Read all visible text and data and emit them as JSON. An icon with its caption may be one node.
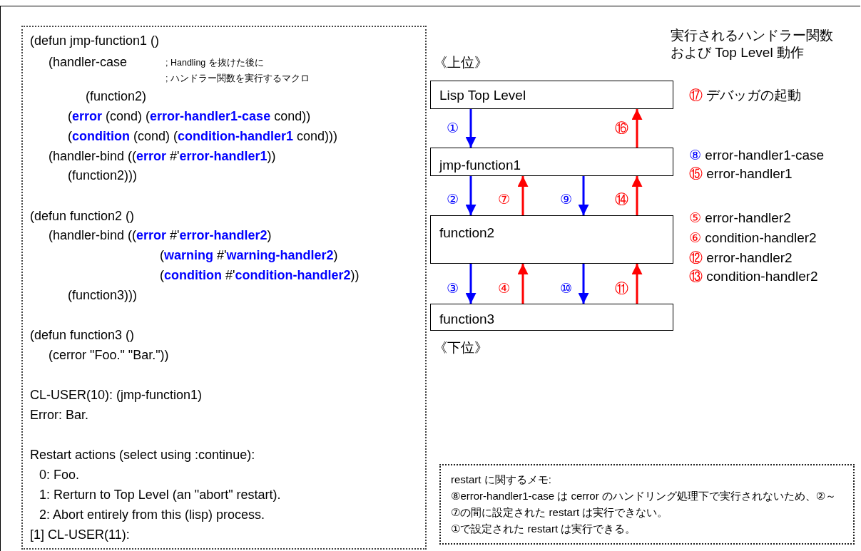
{
  "diagram": {
    "title": "実行されるハンドラー関数および Top Level 動作",
    "nodes": [
      {
        "text": [
          "(defun jmp-function1 ()",
          "(handler-case",
          "; Handling を抜けた後に",
          "; ハンドラー関数を実行するマクロ",
          "(function2)",
          "(**error** (cond) (**error-handler1-case** cond))",
          "(**condition** (cond) (**condition-handler1** cond)))",
          "(handler-bind ((**error** #'**error-handler1**))",
          "(function2)))",
          "(defun function2 ()",
          "(handler-bind ((**error** #'**error-handler2**)",
          "(**warning** #'**warning-handler2**)",
          "(**condition** #'**condition-handler2**))",
          "(function3)))",
          "(defun function3 ()",
          "(cerror \"Foo.\" \"Bar.\"))",
          "CL-USER(10): (jmp-function1)",
          "Error: Bar.",
          "Restart actions (select using :continue):",
          "0: Foo.",
          "1: Rerturn to Top Level (an \"abort\" restart).",
          "2: Abort entirely from this (lisp) process.",
          "[1] CL-USER(11):"
        ]
      },
      {
        "text": [
          "Lisp Top Level"
        ],
        "beside": [
          "⑰ デバッガの起動"
        ]
      },
      {
        "text": [
          "jmp-function1"
        ],
        "beside": [
          "⑧ error-handler1-case",
          "⑮ error-handler1"
        ]
      },
      {
        "text": [
          "function2"
        ],
        "beside": [
          "⑤ error-handler2",
          "⑥ condition-handler2",
          "⑫ error-handler2",
          "⑬ condition-handler2"
        ]
      },
      {
        "text": [
          "function3"
        ]
      },
      {
        "text": [
          "restart に関するメモ:",
          "⑧error-handler1-case は cerror のハンドリング処理下で実行されないため、②～⑦の間に設定された restart は実行できない。",
          "①で設定された restart は実行できる。"
        ]
      }
    ],
    "edges": [
      {
        "from": 1,
        "to": 2,
        "arrow": "to",
        "label": "①",
        "color": "#0000ff"
      },
      {
        "from": 2,
        "to": 1,
        "arrow": "to",
        "label": "⑯",
        "color": "#ff0000"
      },
      {
        "from": 2,
        "to": 3,
        "arrow": "to",
        "label": "②",
        "color": "#0000ff"
      },
      {
        "from": 3,
        "to": 2,
        "arrow": "to",
        "label": "⑦",
        "color": "#ff0000"
      },
      {
        "from": 2,
        "to": 3,
        "arrow": "to",
        "label": "⑨",
        "color": "#0000ff"
      },
      {
        "from": 3,
        "to": 2,
        "arrow": "to",
        "label": "⑭",
        "color": "#ff0000"
      },
      {
        "from": 3,
        "to": 4,
        "arrow": "to",
        "label": "③",
        "color": "#0000ff"
      },
      {
        "from": 4,
        "to": 3,
        "arrow": "to",
        "label": "④",
        "color": "#ff0000"
      },
      {
        "from": 3,
        "to": 4,
        "arrow": "to",
        "label": "⑩",
        "color": "#0000ff"
      },
      {
        "from": 4,
        "to": 3,
        "arrow": "to",
        "label": "⑪",
        "color": "#ff0000"
      }
    ],
    "labels": [
      "《上位》",
      "《下位》"
    ]
  }
}
